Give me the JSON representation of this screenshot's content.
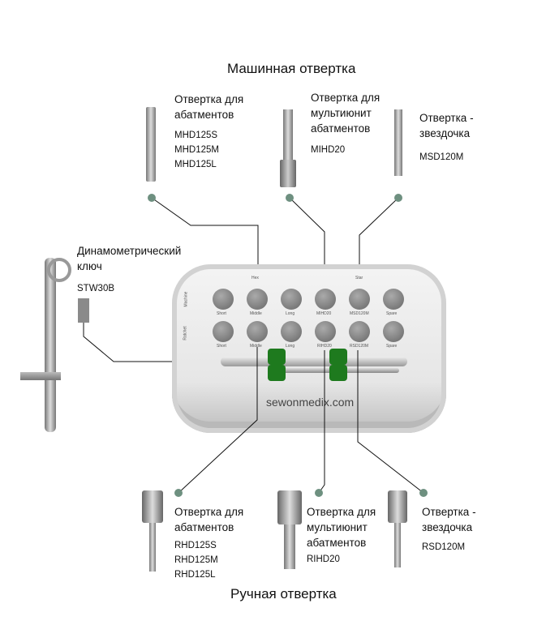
{
  "machine_title": "Машинная отвертка",
  "hand_title": "Ручная отвертка",
  "accent_color": "#6e9080",
  "machine": [
    {
      "label": [
        "Отвертка для",
        "абатментов"
      ],
      "codes": [
        "MHD125S",
        "MHD125M",
        "MHD125L"
      ]
    },
    {
      "label": [
        "Отвертка для",
        "мультиюнит",
        "абатментов"
      ],
      "codes": [
        "MIHD20"
      ]
    },
    {
      "label": [
        "Отвертка -",
        "звездочка"
      ],
      "codes": [
        "MSD120M"
      ]
    }
  ],
  "wrench": {
    "label": [
      "Динамометрический",
      "ключ"
    ],
    "code": "STW30B"
  },
  "hand": [
    {
      "label": [
        "Отвертка для",
        "абатментов"
      ],
      "codes": [
        "RHD125S",
        "RHD125M",
        "RHD125L"
      ]
    },
    {
      "label": [
        "Отвертка для",
        "мультиюнит",
        "абатментов"
      ],
      "codes": [
        "RIHD20"
      ]
    },
    {
      "label": [
        "Отвертка -",
        "звездочка"
      ],
      "codes": [
        "RSD120M"
      ]
    }
  ],
  "kit": {
    "brand": "sewonmedix.com",
    "top_labels": [
      "Hex",
      "Star"
    ],
    "row_labels": [
      "Machine",
      "Ratchet"
    ],
    "machine_slots": [
      "Short",
      "Middle",
      "Long",
      "MIHD20",
      "MSD120M",
      "Spare"
    ],
    "ratchet_slots": [
      "Short",
      "Middle",
      "Long",
      "RIHD20",
      "RSD120M",
      "Spare"
    ]
  }
}
